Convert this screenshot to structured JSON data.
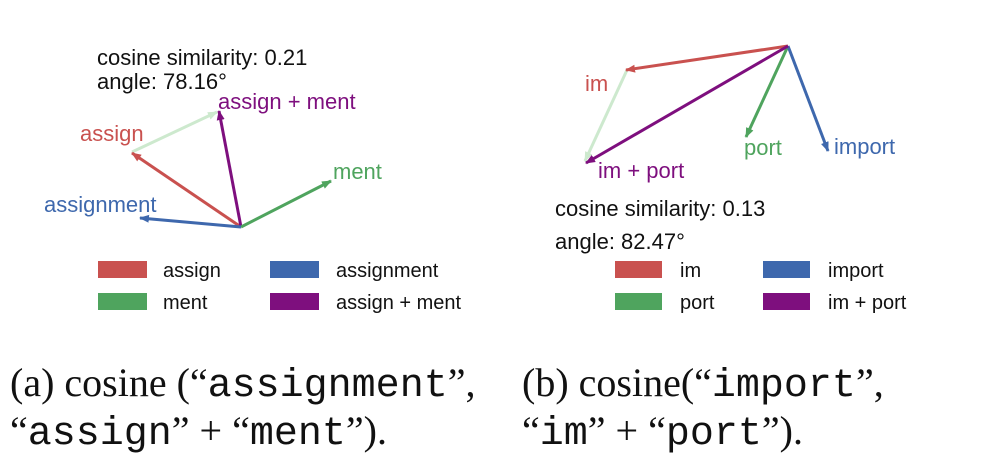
{
  "colors": {
    "red": "#c9514f",
    "green": "#4fa45e",
    "blue": "#3e68ad",
    "purple": "#7e0f7e",
    "lightgreen": "#cde9ce"
  },
  "panel_a": {
    "similarity_text": "cosine similarity: 0.21",
    "angle_text": "angle: 78.16°",
    "labels": {
      "assign_ment": "assign + ment",
      "assign": "assign",
      "ment": "ment",
      "assignment": "assignment"
    },
    "legend": [
      {
        "label": "assign",
        "color": "#c9514f"
      },
      {
        "label": "assignment",
        "color": "#3e68ad"
      },
      {
        "label": "ment",
        "color": "#4fa45e"
      },
      {
        "label": "assign + ment",
        "color": "#7e0f7e"
      }
    ]
  },
  "panel_b": {
    "similarity_text": "cosine similarity: 0.13",
    "angle_text": "angle: 82.47°",
    "labels": {
      "im": "im",
      "port": "port",
      "import": "import",
      "im_port": "im + port"
    },
    "legend": [
      {
        "label": "im",
        "color": "#c9514f"
      },
      {
        "label": "import",
        "color": "#3e68ad"
      },
      {
        "label": "port",
        "color": "#4fa45e"
      },
      {
        "label": "im + port",
        "color": "#7e0f7e"
      }
    ]
  },
  "captions": {
    "a_prefix": "(a) cosine (“",
    "a_w1": "assignment",
    "a_sep": "”,",
    "a_l2_open": "“",
    "a_w2": "assign",
    "a_plus": "” + “",
    "a_w3": "ment",
    "a_end": "”).",
    "b_prefix": "(b) cosine(“",
    "b_w1": "import",
    "b_sep": "”,",
    "b_l2_open": "“",
    "b_w2": "im",
    "b_plus": "” + “",
    "b_w3": "port",
    "b_end": "”)."
  }
}
